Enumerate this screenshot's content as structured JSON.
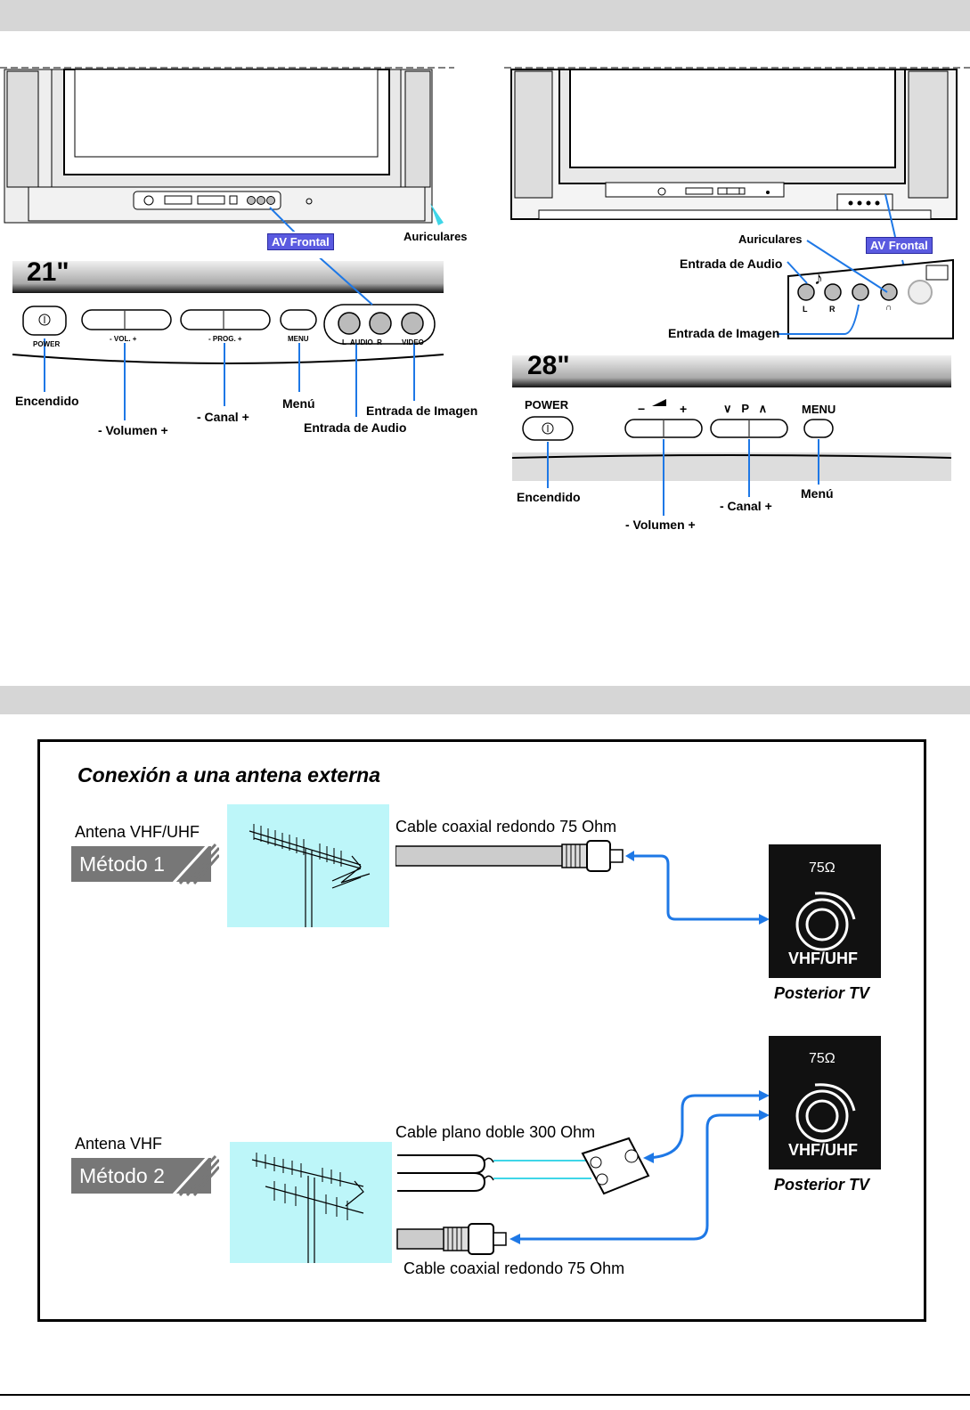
{
  "tv21": {
    "size": "21\"",
    "buttons": {
      "power": "POWER",
      "vol": "- VOL. +",
      "prog": "- PROG. +",
      "menu": "MENU",
      "audio": "L  AUDIO  R",
      "video": "VIDEO"
    },
    "labels": {
      "av_frontal": "AV Frontal",
      "auriculares": "Auriculares",
      "encendido": "Encendido",
      "volumen": "- Volumen +",
      "canal": "- Canal +",
      "menu": "Menú",
      "entrada_imagen": "Entrada de Imagen",
      "entrada_audio": "Entrada de Audio"
    }
  },
  "tv28": {
    "size": "28\"",
    "buttons": {
      "power": "POWER",
      "vol_minus": "−",
      "vol_plus": "+",
      "prog": "∨   P   ∧",
      "menu": "MENU"
    },
    "jacks": {
      "l": "L",
      "r": "R"
    },
    "labels": {
      "auriculares": "Auriculares",
      "av_frontal": "AV Frontal",
      "entrada_audio": "Entrada de Audio",
      "entrada_imagen": "Entrada de Imagen",
      "encendido": "Encendido",
      "volumen": "- Volumen +",
      "canal": "- Canal +",
      "menu": "Menú"
    }
  },
  "antenna": {
    "title": "Conexión a una antena externa",
    "method1": {
      "antenna_label": "Antena VHF/UHF",
      "method": "Método 1",
      "cable": "Cable coaxial redondo 75 Ohm",
      "jack_ohm": "75Ω",
      "jack_name": "VHF/UHF",
      "posterior": "Posterior TV"
    },
    "method2": {
      "antenna_label": "Antena VHF",
      "method": "Método 2",
      "cable_flat": "Cable plano doble 300 Ohm",
      "cable_coax": "Cable coaxial redondo 75 Ohm",
      "jack_ohm": "75Ω",
      "jack_name": "VHF/UHF",
      "posterior": "Posterior TV"
    }
  },
  "colors": {
    "band": "#d6d6d6",
    "blue_line": "#1e78e6",
    "cyan": "#3fd6e8",
    "tag_bg": "#5a5ae0",
    "sky": "#bdf6f9"
  }
}
